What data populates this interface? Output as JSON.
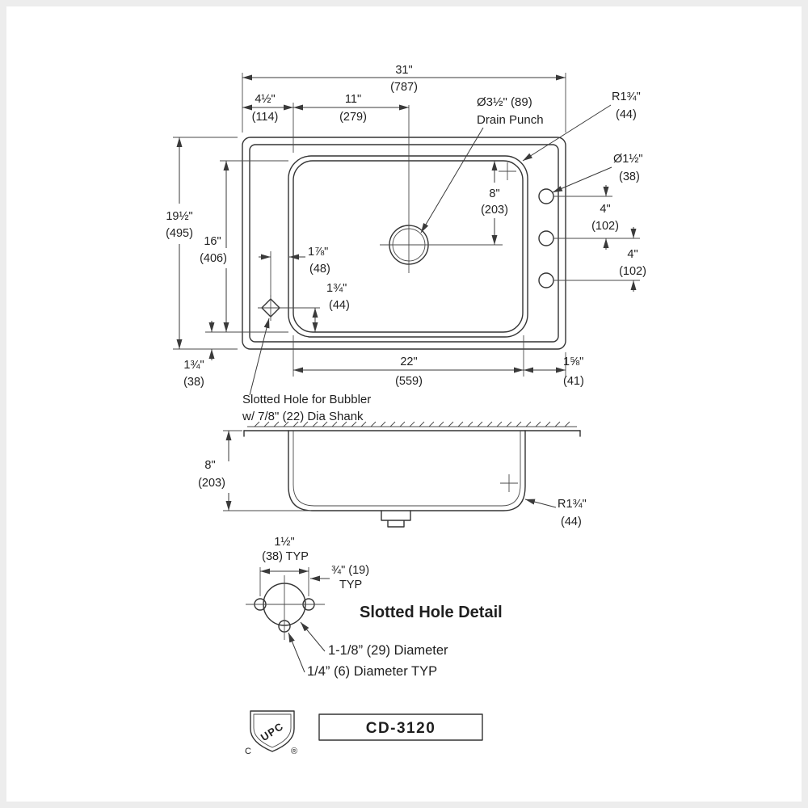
{
  "drawing": {
    "top_view": {
      "overall_width_in": "31\"",
      "overall_width_mm": "(787)",
      "left_offset_in": "4½\"",
      "left_offset_mm": "(114)",
      "drain_offset_in": "11\"",
      "drain_offset_mm": "(279)",
      "drain_punch_line1": "Ø3½\" (89)",
      "drain_punch_line2": "Drain Punch",
      "corner_radius_in": "R1¾\"",
      "corner_radius_mm": "(44)",
      "faucet_hole_dia_in": "Ø1½\"",
      "faucet_hole_dia_mm": "(38)",
      "overall_depth_in": "19½\"",
      "overall_depth_mm": "(495)",
      "bowl_depth_in": "16\"",
      "bowl_depth_mm": "(406)",
      "drain_rear_in": "8\"",
      "drain_rear_mm": "(203)",
      "hole_spacing_top_in": "4\"",
      "hole_spacing_top_mm": "(102)",
      "hole_spacing_bottom_in": "4\"",
      "hole_spacing_bottom_mm": "(102)",
      "bubbler_offset_x_in": "1⅞\"",
      "bubbler_offset_x_mm": "(48)",
      "bubbler_offset_y_in": "1¾\"",
      "bubbler_offset_y_mm": "(44)",
      "bowl_width_in": "22\"",
      "bowl_width_mm": "(559)",
      "bottom_left_in": "1¾\"",
      "bottom_left_mm": "(38)",
      "bottom_right_in": "1⅝\"",
      "bottom_right_mm": "(41)",
      "bubbler_note_line1": "Slotted Hole for Bubbler",
      "bubbler_note_line2": "w/ 7/8\" (22) Dia Shank"
    },
    "side_view": {
      "bowl_depth_in": "8\"",
      "bowl_depth_mm": "(203)",
      "bottom_radius_in": "R1¾\"",
      "bottom_radius_mm": "(44)"
    },
    "detail": {
      "title": "Slotted Hole Detail",
      "slot_width_in": "1½\"",
      "slot_width_mm": "(38) TYP",
      "notch_offset_in": "¾\" (19)",
      "notch_offset_typ": "TYP",
      "hole_dia_label": "1-1/8” (29) Diameter",
      "notch_dia_label": "1/4” (6) Diameter TYP"
    },
    "footer": {
      "model": "CD-3120",
      "cert_mark": "UPC",
      "cert_left": "C",
      "cert_right": "®"
    }
  }
}
